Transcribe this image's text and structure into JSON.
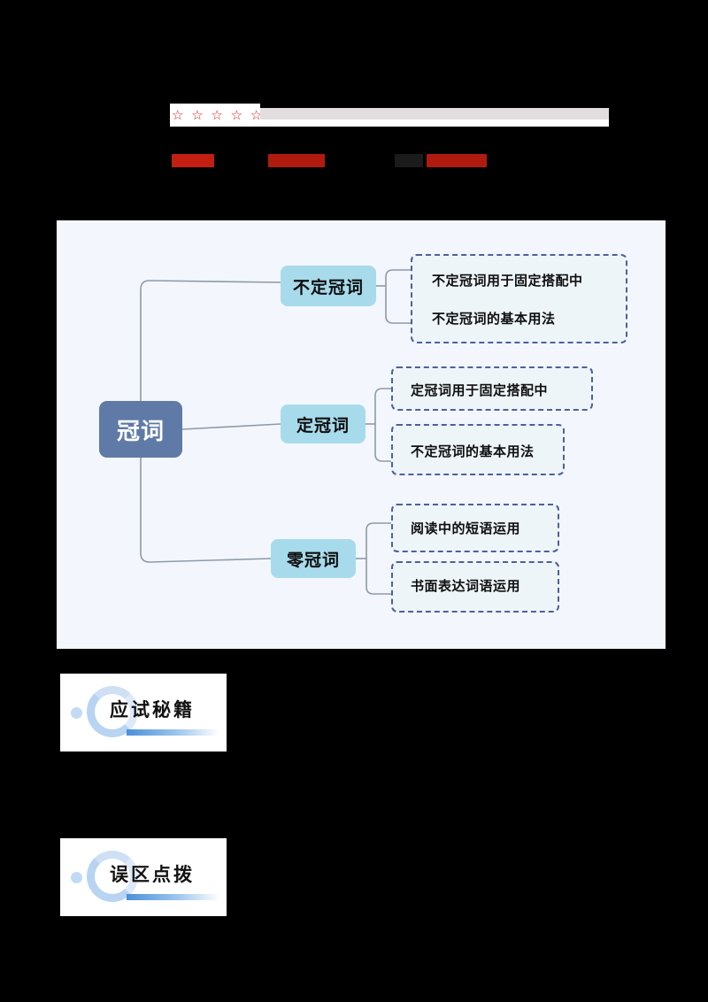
{
  "header": {
    "stars": "☆ ☆ ☆ ☆ ☆",
    "star_count": 5,
    "redacted_bar": "",
    "meta": [
      {
        "label": "",
        "style": "red"
      },
      {
        "label": "",
        "style": "red"
      },
      {
        "label": "",
        "style": "black"
      },
      {
        "label": "",
        "style": "red"
      }
    ]
  },
  "mindmap": {
    "root": {
      "label": "冠词"
    },
    "branches": [
      {
        "label": "不定冠词"
      },
      {
        "label": "定冠词"
      },
      {
        "label": "零冠词"
      }
    ],
    "leaves": [
      {
        "label": "不定冠词用于固定搭配中"
      },
      {
        "label": "不定冠词的基本用法"
      },
      {
        "label": "定冠词用于固定搭配中"
      },
      {
        "label": "不定冠词的基本用法"
      },
      {
        "label": "阅读中的短语运用"
      },
      {
        "label": "书面表达词语运用"
      }
    ]
  },
  "sections": [
    {
      "title": "应试秘籍"
    },
    {
      "title": "误区点拨"
    }
  ],
  "colors": {
    "panel_bg": "#f3f7fd",
    "root_node": "#5f7aa6",
    "branch_node": "#a7dbec",
    "leaf_border": "#4e5f9e",
    "leaf_bg": "#eef5f9",
    "connector": "#8e9aa8",
    "star_red": "#e8141b",
    "badge_accent": "#4a90d9"
  }
}
